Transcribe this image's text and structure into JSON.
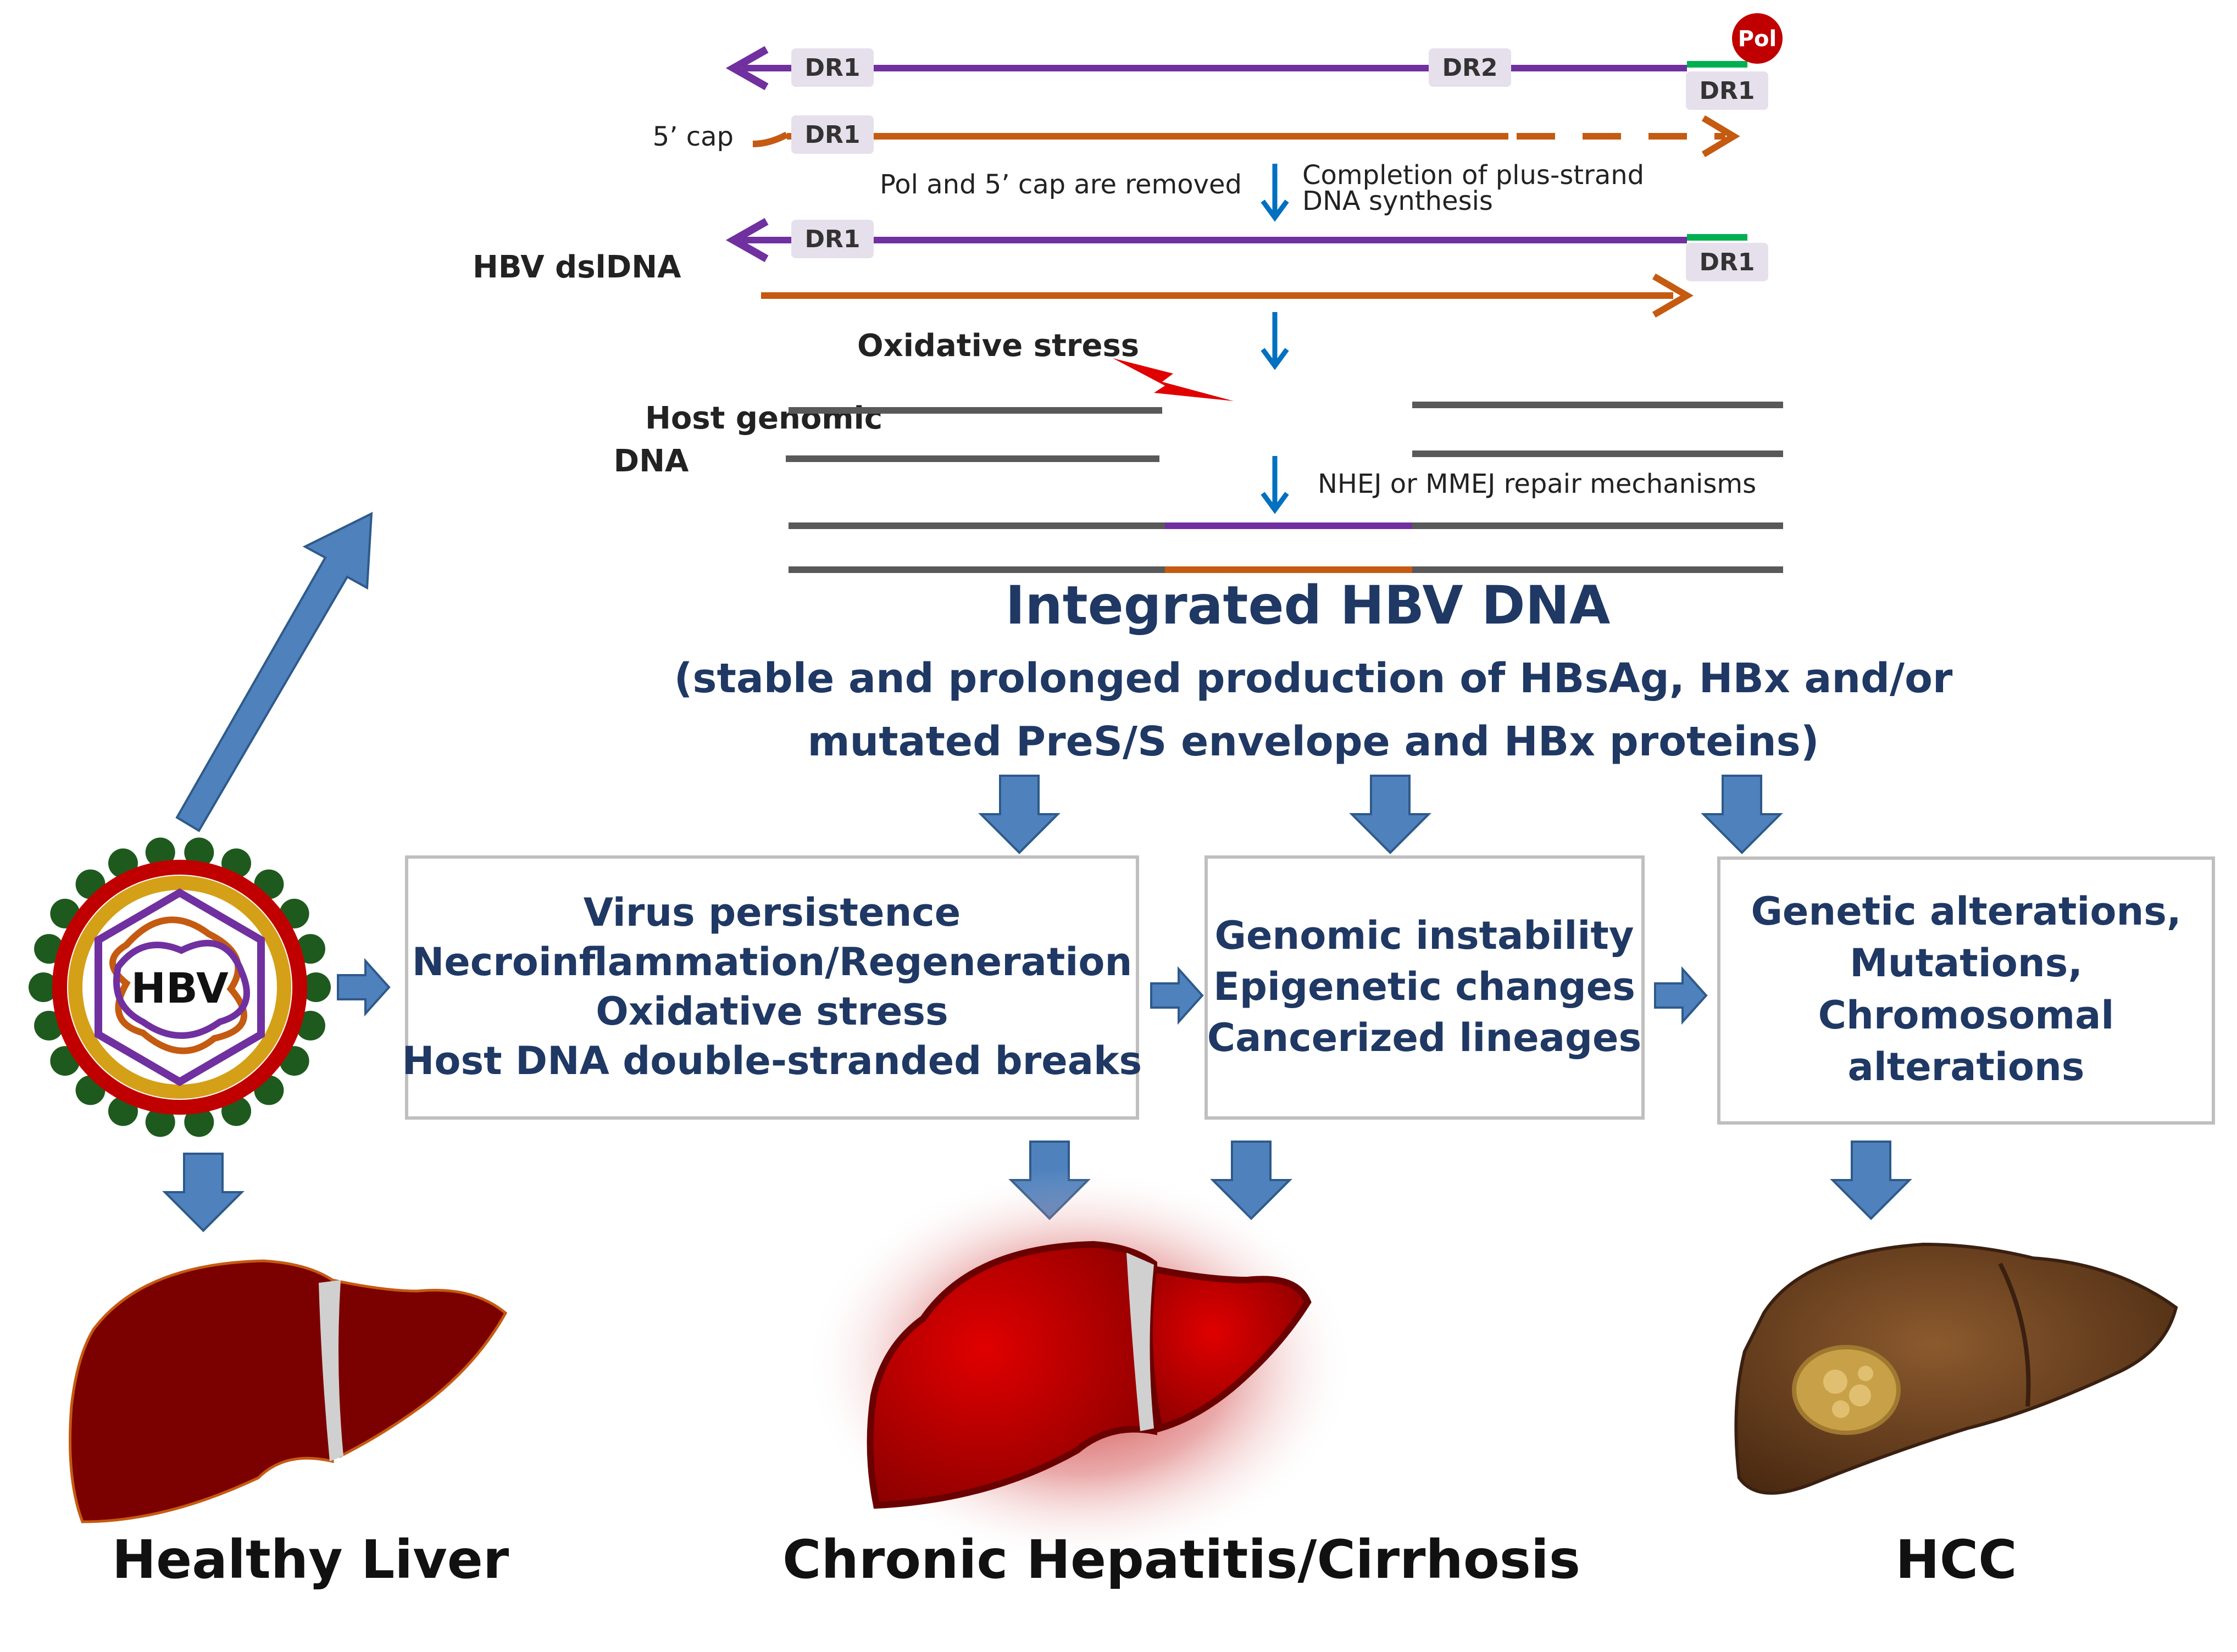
{
  "molecular": {
    "dr1": "DR1",
    "dr2": "DR2",
    "pol": "Pol",
    "five_cap": "5’ cap",
    "removal_note": "Pol and 5’ cap are removed",
    "completion_line1": "Completion  of plus-strand",
    "completion_line2": "DNA synthesis",
    "dsl_label": "HBV dslDNA",
    "oxidative": "Oxidative stress",
    "host_line1": "Host genomic",
    "host_line2": "DNA",
    "repair": "NHEJ or MMEJ repair mechanisms"
  },
  "integrated": {
    "title": "Integrated HBV DNA",
    "sub_line1": "(stable and prolonged production of  HBsAg,  HBx  and/or",
    "sub_line2": "mutated  PreS/S envelope and  HBx proteins)"
  },
  "virus_label": "HBV",
  "boxes": [
    {
      "lines": [
        "Virus persistence",
        "Necroinflammation/Regeneration",
        "Oxidative stress",
        "Host DNA double-stranded breaks"
      ]
    },
    {
      "lines": [
        "Genomic instability",
        "Epigenetic changes",
        "Cancerized lineages"
      ]
    },
    {
      "lines": [
        "Genetic alterations,",
        "Mutations,",
        "Chromosomal",
        "alterations"
      ]
    }
  ],
  "bottom": {
    "healthy": "Healthy Liver",
    "chronic": "Chronic Hepatitis/Cirrhosis",
    "hcc": "HCC"
  },
  "colors": {
    "purple": "#7030a0",
    "orange": "#c55a11",
    "green": "#00b050",
    "gray": "#595959",
    "blue_arrow": "#4f81bd",
    "small_arrow": "#0070c0",
    "dark_blue_text": "#1f3864",
    "liver_dark": "#7b0000",
    "pol_red": "#c00000"
  }
}
